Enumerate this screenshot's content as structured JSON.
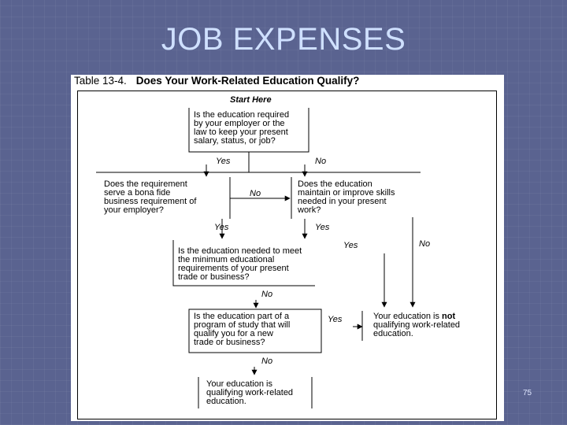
{
  "slide": {
    "title": "JOB EXPENSES",
    "page_number": "75"
  },
  "table": {
    "number": "Table 13-4.",
    "title": "Does Your Work-Related Education Qualify?"
  },
  "flowchart": {
    "start_label": "Start Here",
    "q1": "Is the education required\nby your employer or the\nlaw to keep your present\nsalary, status, or job?",
    "q2": "Does the requirement\nserve a bona fide\nbusiness requirement of\nyour employer?",
    "q3": "Does the education\nmaintain or improve skills\nneeded in your present\nwork?",
    "q4": "Is the education needed to meet\nthe minimum educational\nrequirements of your present\ntrade or business?",
    "q5": "Is the education part of a\nprogram of study that will\nqualify you for a new\ntrade or business?",
    "result_not_prefix": "Your education is ",
    "result_not_emph": "not",
    "result_not_rest": "\nqualifying work-related\neducation.",
    "result_yes": "Your education is\nqualifying work-related\neducation.",
    "labels": {
      "q1_yes": "Yes",
      "q1_no": "No",
      "q2_no": "No",
      "q2_yes": "Yes",
      "q3_yes": "Yes",
      "q4_yes": "Yes",
      "q3_no": "No",
      "q4_no": "No",
      "q5_yes": "Yes",
      "q5_no": "No"
    }
  }
}
